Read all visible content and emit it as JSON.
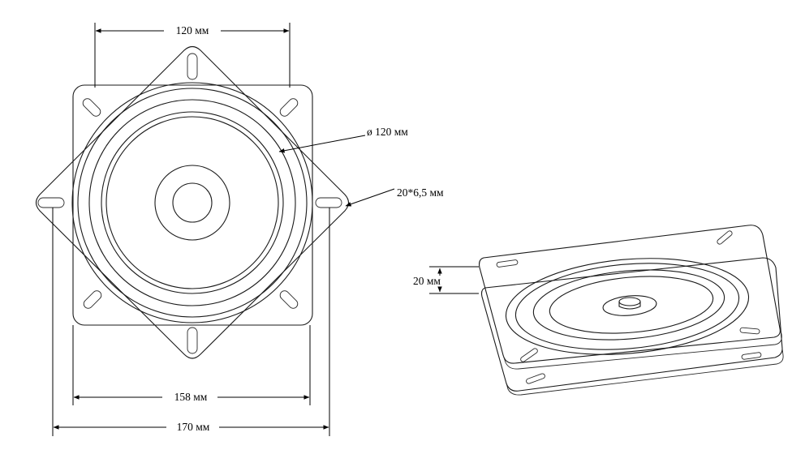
{
  "dimensions": {
    "top_width": "120 мм",
    "diameter": "ø 120 мм",
    "slot": "20*6,5 мм",
    "inner_width": "158 мм",
    "outer_width": "170 мм",
    "height": "20 мм"
  },
  "colors": {
    "line": "#1a1a1a",
    "background": "#ffffff"
  }
}
